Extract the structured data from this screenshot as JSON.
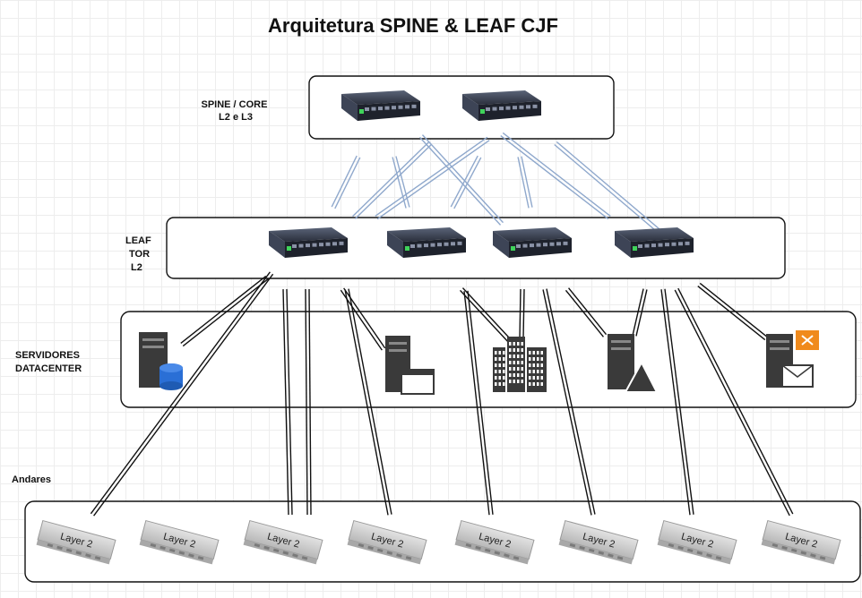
{
  "title": "Arquitetura SPINE & LEAF CJF",
  "groups": {
    "spine": {
      "label_line1": "SPINE / CORE",
      "label_line2": "L2 e L3"
    },
    "leaf": {
      "label_line1": "LEAF",
      "label_line2": "TOR",
      "label_line3": "L2"
    },
    "servers": {
      "label_line1": "SERVIDORES",
      "label_line2": "DATACENTER"
    },
    "floors": {
      "label": "Andares"
    }
  },
  "spine_switches": [
    "spine-switch-1",
    "spine-switch-2"
  ],
  "leaf_switches": [
    "leaf-switch-1",
    "leaf-switch-2",
    "leaf-switch-3",
    "leaf-switch-4"
  ],
  "servers": [
    {
      "icon": "database-server-icon"
    },
    {
      "icon": "application-server-icon"
    },
    {
      "icon": "server-rack-icon"
    },
    {
      "icon": "storage-server-icon"
    },
    {
      "icon": "mail-server-icon"
    }
  ],
  "layer2_switches": [
    "Layer 2",
    "Layer 2",
    "Layer 2",
    "Layer 2",
    "Layer 2",
    "Layer 2",
    "Layer 2",
    "Layer 2"
  ],
  "colors": {
    "uplink_line": "#8fa8cc",
    "downlink_line": "#111111",
    "server_dark": "#3a3a3a",
    "database_blue": "#2a6fd6",
    "mail_orange": "#f08a1c",
    "switch_body": "#2c3140",
    "layer2_body": "#c9c9c9"
  }
}
